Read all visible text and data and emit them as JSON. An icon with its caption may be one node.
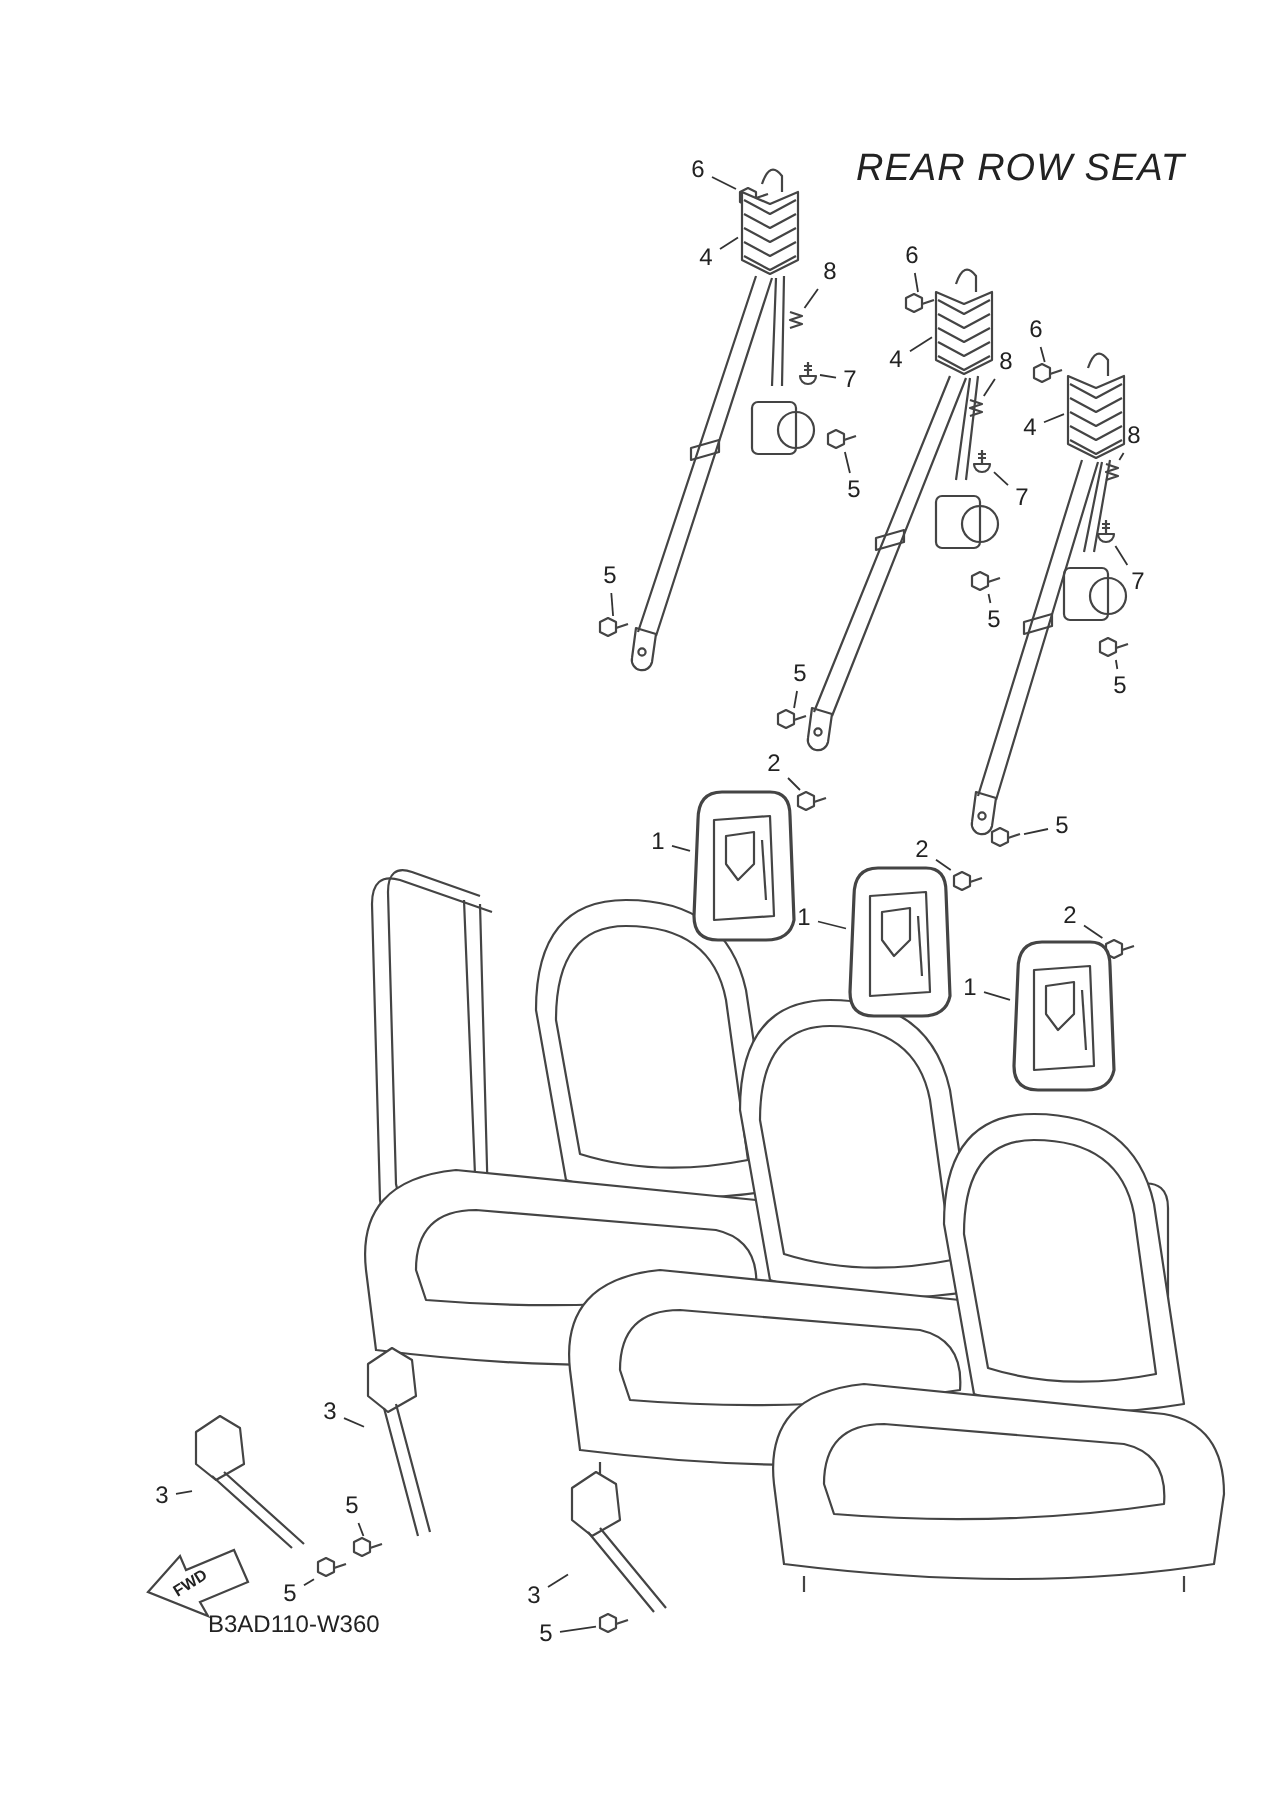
{
  "diagram": {
    "title": "REAR ROW SEAT",
    "nodes": [
      {
        "text": [
          "6"
        ]
      },
      {
        "text": [
          "4"
        ]
      },
      {
        "text": [
          "8"
        ]
      },
      {
        "text": [
          "7"
        ]
      },
      {
        "text": [
          "5"
        ]
      },
      {
        "text": [
          "5"
        ]
      },
      {
        "text": [
          "6"
        ]
      },
      {
        "text": [
          "4"
        ]
      },
      {
        "text": [
          "8"
        ]
      },
      {
        "text": [
          "7"
        ]
      },
      {
        "text": [
          "5"
        ]
      },
      {
        "text": [
          "5"
        ]
      },
      {
        "text": [
          "6"
        ]
      },
      {
        "text": [
          "4"
        ]
      },
      {
        "text": [
          "8"
        ]
      },
      {
        "text": [
          "7"
        ]
      },
      {
        "text": [
          "5"
        ]
      },
      {
        "text": [
          "5"
        ]
      },
      {
        "text": [
          "2"
        ]
      },
      {
        "text": [
          "1"
        ]
      },
      {
        "text": [
          "2"
        ]
      },
      {
        "text": [
          "1"
        ]
      },
      {
        "text": [
          "2"
        ]
      },
      {
        "text": [
          "1"
        ]
      },
      {
        "text": [
          "3"
        ]
      },
      {
        "text": [
          "5"
        ]
      },
      {
        "text": [
          "3"
        ]
      },
      {
        "text": [
          "5"
        ]
      },
      {
        "text": [
          "3"
        ]
      },
      {
        "text": [
          "5"
        ]
      },
      {
        "text": [],
        "shape": "bolt"
      },
      {
        "text": [],
        "shape": "guide"
      },
      {
        "text": [],
        "shape": "clip"
      },
      {
        "text": [],
        "shape": "screw"
      },
      {
        "text": [],
        "shape": "bolt"
      },
      {
        "text": [],
        "shape": "bolt"
      },
      {
        "text": [],
        "shape": "bolt"
      },
      {
        "text": [],
        "shape": "guide"
      },
      {
        "text": [],
        "shape": "clip"
      },
      {
        "text": [],
        "shape": "screw"
      },
      {
        "text": [],
        "shape": "bolt"
      },
      {
        "text": [],
        "shape": "bolt"
      },
      {
        "text": [],
        "shape": "bolt"
      },
      {
        "text": [],
        "shape": "guide"
      },
      {
        "text": [],
        "shape": "clip"
      },
      {
        "text": [],
        "shape": "screw"
      },
      {
        "text": [],
        "shape": "bolt"
      },
      {
        "text": [],
        "shape": "bolt"
      },
      {
        "text": [],
        "shape": "bolt"
      },
      {
        "text": [],
        "shape": "headrest"
      },
      {
        "text": [],
        "shape": "bolt"
      },
      {
        "text": [],
        "shape": "headrest"
      },
      {
        "text": [],
        "shape": "bolt"
      },
      {
        "text": [],
        "shape": "headrest"
      },
      {
        "text": [],
        "shape": "buckle"
      },
      {
        "text": [],
        "shape": "bolt"
      },
      {
        "text": [],
        "shape": "buckle"
      },
      {
        "text": [],
        "shape": "bolt"
      },
      {
        "text": [],
        "shape": "buckle"
      },
      {
        "text": [],
        "shape": "bolt"
      }
    ],
    "edges": [
      {
        "from": 0,
        "to": 30,
        "arrow": "none"
      },
      {
        "from": 1,
        "to": 31,
        "arrow": "none"
      },
      {
        "from": 2,
        "to": 32,
        "arrow": "none"
      },
      {
        "from": 3,
        "to": 33,
        "arrow": "none"
      },
      {
        "from": 4,
        "to": 34,
        "arrow": "none"
      },
      {
        "from": 5,
        "to": 35,
        "arrow": "none"
      },
      {
        "from": 6,
        "to": 36,
        "arrow": "none"
      },
      {
        "from": 7,
        "to": 37,
        "arrow": "none"
      },
      {
        "from": 8,
        "to": 38,
        "arrow": "none"
      },
      {
        "from": 9,
        "to": 39,
        "arrow": "none"
      },
      {
        "from": 10,
        "to": 40,
        "arrow": "none"
      },
      {
        "from": 11,
        "to": 41,
        "arrow": "none"
      },
      {
        "from": 12,
        "to": 42,
        "arrow": "none"
      },
      {
        "from": 13,
        "to": 43,
        "arrow": "none"
      },
      {
        "from": 14,
        "to": 44,
        "arrow": "none"
      },
      {
        "from": 15,
        "to": 45,
        "arrow": "none"
      },
      {
        "from": 16,
        "to": 46,
        "arrow": "none"
      },
      {
        "from": 17,
        "to": 47,
        "arrow": "none"
      },
      {
        "from": 18,
        "to": 48,
        "arrow": "none"
      },
      {
        "from": 19,
        "to": 49,
        "arrow": "none"
      },
      {
        "from": 20,
        "to": 50,
        "arrow": "none"
      },
      {
        "from": 21,
        "to": 51,
        "arrow": "none"
      },
      {
        "from": 22,
        "to": 52,
        "arrow": "none"
      },
      {
        "from": 23,
        "to": 53,
        "arrow": "none"
      },
      {
        "from": 24,
        "to": 54,
        "arrow": "none"
      },
      {
        "from": 25,
        "to": 55,
        "arrow": "none"
      },
      {
        "from": 26,
        "to": 56,
        "arrow": "none"
      },
      {
        "from": 27,
        "to": 57,
        "arrow": "none"
      },
      {
        "from": 28,
        "to": 58,
        "arrow": "none"
      },
      {
        "from": 29,
        "to": 59,
        "arrow": "none"
      }
    ],
    "labels": [
      "FWD",
      "B3AD110-W360"
    ]
  }
}
